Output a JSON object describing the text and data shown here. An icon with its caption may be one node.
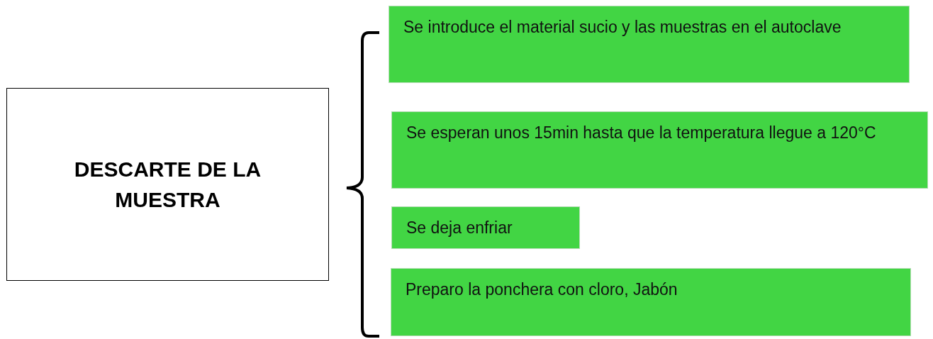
{
  "diagram": {
    "nodes": [
      {
        "text": [
          "DESCARTE DE LA MUESTRA"
        ]
      },
      {
        "text": [
          "Se introduce el material sucio y las muestras en el autoclave"
        ]
      },
      {
        "text": [
          "Se esperan unos 15min hasta que la temperatura llegue a 120°C"
        ]
      },
      {
        "text": [
          "Se deja enfriar"
        ]
      },
      {
        "text": [
          "Preparo la ponchera con cloro, Jabón"
        ]
      }
    ]
  }
}
